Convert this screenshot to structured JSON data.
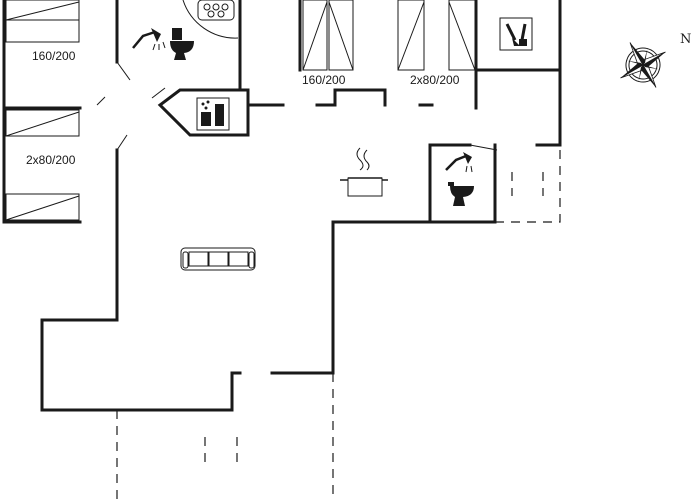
{
  "floorplan": {
    "labels": {
      "bed_top_left": "160/200",
      "bed_mid_left": "2x80/200",
      "bed_center": "160/200",
      "bed_right": "2x80/200"
    },
    "compass": {
      "north_label": "N"
    },
    "icons": [
      "shower-icon",
      "toilet-icon",
      "hot-tub-icon",
      "sauna-icon",
      "utility-icon",
      "cooking-pot-icon",
      "sofa-icon",
      "compass-rose-icon"
    ],
    "colors": {
      "wall": "#1a1a1a",
      "background": "#ffffff"
    }
  }
}
